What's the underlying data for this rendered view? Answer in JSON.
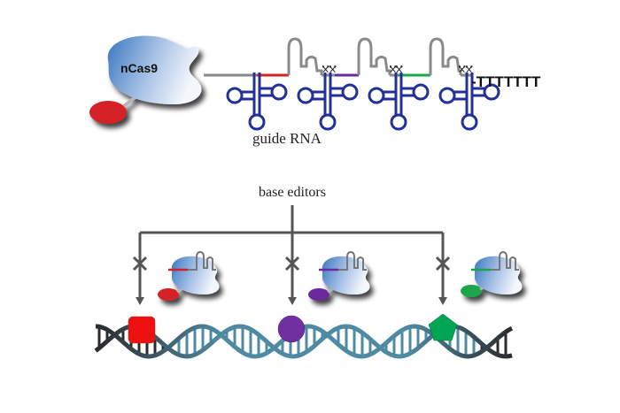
{
  "diagram": {
    "protein_label": "nCas9",
    "guide_rna_label": "guide RNA",
    "terminator_label": "-TTTTTTT",
    "base_editors_label": "base editors",
    "colors": {
      "cas9_light": "#e8eef8",
      "cas9_dark": "#3e7cc4",
      "effector_red": "#d42027",
      "effector_purple": "#6a2c9c",
      "effector_green": "#1aa64a",
      "trna_blue": "#24309a",
      "scaffold_gray": "#8a8a8a",
      "connector_gray": "#555555",
      "dna_dark": "#2b2b2b",
      "dna_teal": "#4f8aa3",
      "mark_red": "#ee1111",
      "mark_purple": "#7030a0",
      "mark_green": "#00a651"
    },
    "spacers": [
      "red",
      "purple",
      "green"
    ],
    "editors": [
      {
        "effector": "red",
        "mark": "square"
      },
      {
        "effector": "purple",
        "mark": "circle"
      },
      {
        "effector": "green",
        "mark": "pentagon"
      }
    ]
  }
}
